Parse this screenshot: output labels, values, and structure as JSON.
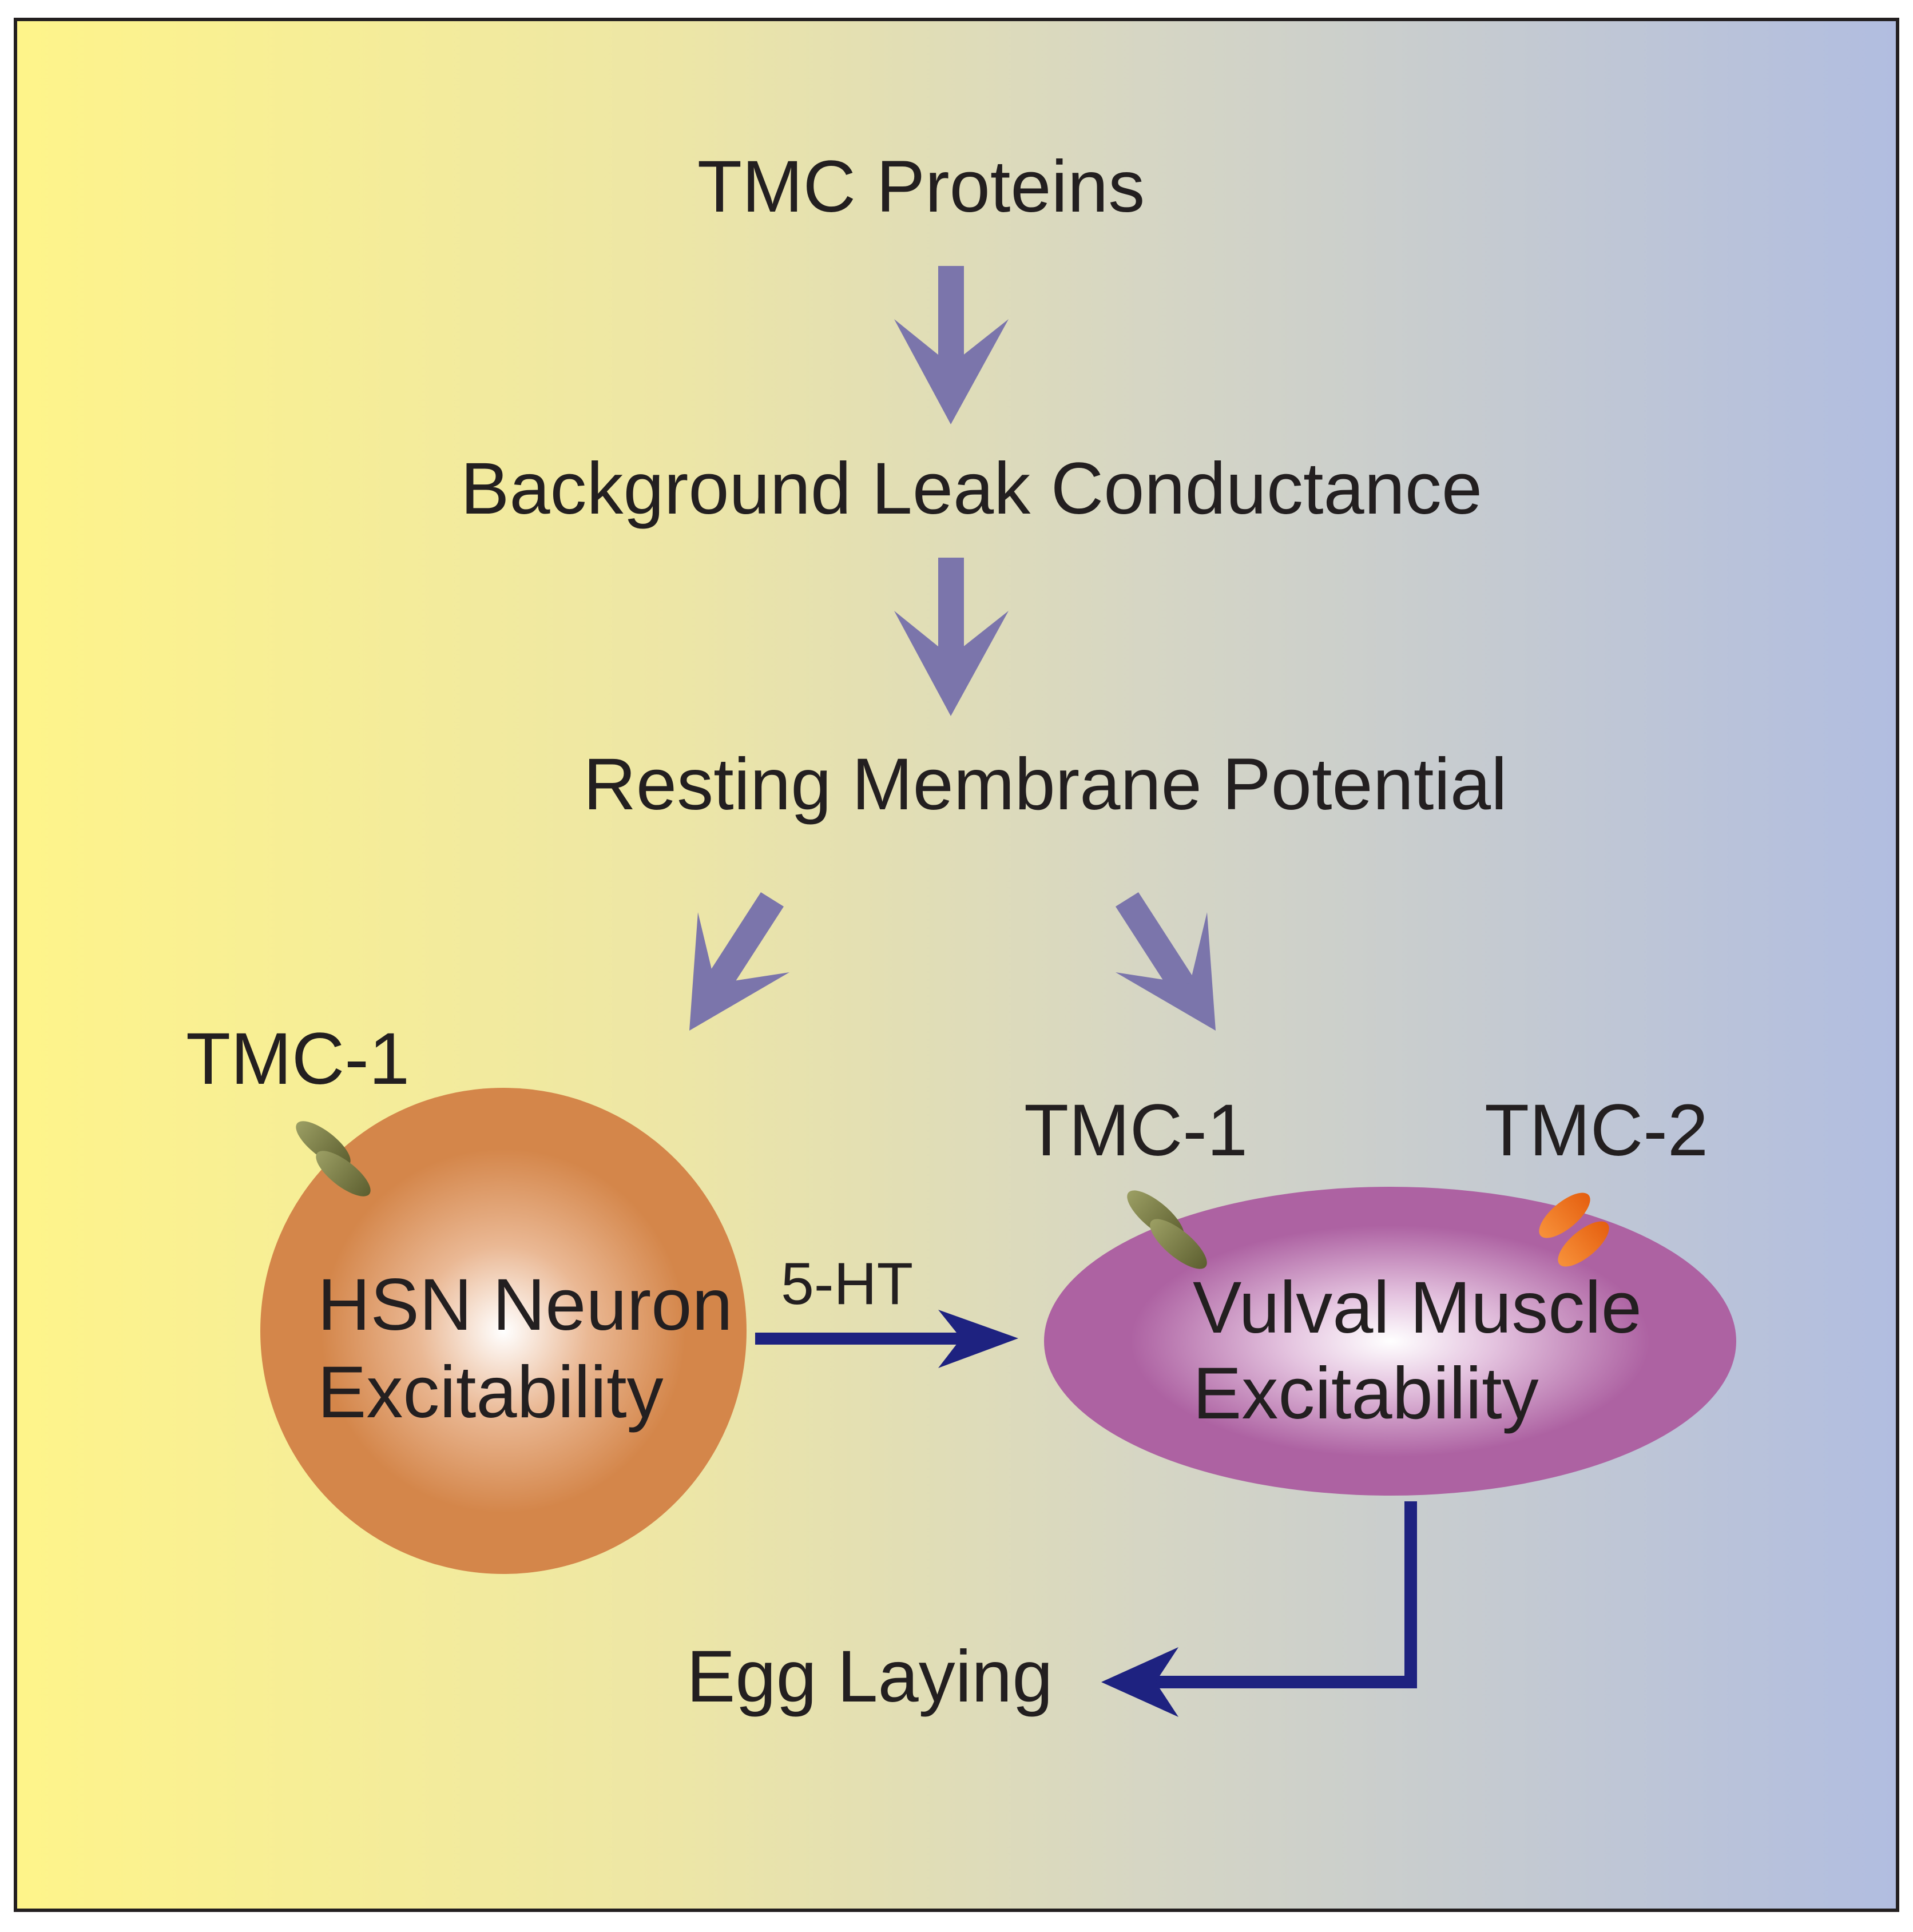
{
  "title": "TMC Proteins",
  "steps": {
    "leak": "Background Leak Conductance",
    "potential": "Resting Membrane Potential"
  },
  "hsn": {
    "line1": "HSN Neuron",
    "line2": "Excitability",
    "channel_label": "TMC-1"
  },
  "vulval": {
    "line1": "Vulval Muscle",
    "line2": "Excitability",
    "channel1_label": "TMC-1",
    "channel2_label": "TMC-2"
  },
  "signal_label": "5-HT",
  "output": "Egg Laying",
  "colors": {
    "gradient_left": "#fef48a",
    "gradient_right": "#b1bde0",
    "pathway_arrow": "#7b75ab",
    "signal_arrow": "#1e2280",
    "hsn_cell": "#d4864a",
    "vulval_cell": "#ad62a2",
    "tmc1_channel": "#6f7040",
    "tmc2_channel": "#ea6a16",
    "border": "#231f20"
  }
}
